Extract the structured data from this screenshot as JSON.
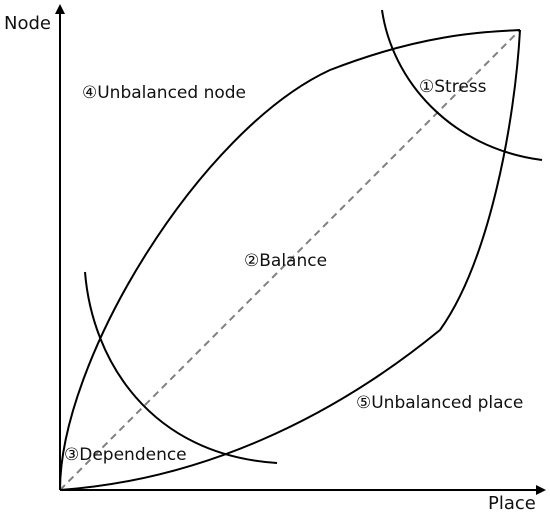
{
  "axes": {
    "y_label": "Node",
    "x_label": "Place"
  },
  "regions": {
    "stress": "①Stress",
    "balance": "②Balance",
    "dependence": "③Dependence",
    "unbalanced_node": "④Unbalanced node",
    "unbalanced_place": "⑤Unbalanced place"
  },
  "colors": {
    "ink": "#000000",
    "diagonal": "#808080"
  }
}
